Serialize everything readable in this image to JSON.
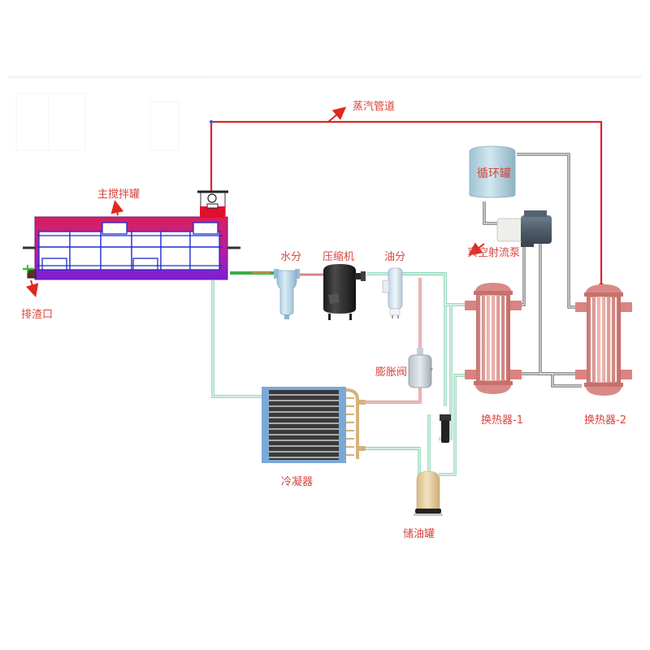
{
  "diagram": {
    "title_label": "蒸汽管道",
    "components": {
      "main_tank": {
        "label": "主搅拌罐"
      },
      "slag_outlet": {
        "label": "排渣口"
      },
      "water_separator": {
        "label": "水分"
      },
      "compressor": {
        "label": "压缩机"
      },
      "oil_separator": {
        "label": "油分"
      },
      "circulation_tank": {
        "label": "循环罐"
      },
      "vacuum_jet_pump": {
        "label": "真空射流泵"
      },
      "expansion_valve": {
        "label": "膨胀阀"
      },
      "heat_exchanger_1": {
        "label": "换热器-1"
      },
      "heat_exchanger_2": {
        "label": "换热器-2"
      },
      "condenser": {
        "label": "冷凝器"
      },
      "oil_tank": {
        "label": "储油罐"
      }
    },
    "colors": {
      "steam_pipe": "#d8262b",
      "refrigerant_pipe": "#8fd6b8",
      "water_pipe": "#6e6e6e",
      "label": "#d9433c",
      "tank_magenta": "#d0206a",
      "tank_purple": "#7a1fd0",
      "tank_frame": "#1f2ccf",
      "exchanger": "#d98a86",
      "condenser_frame": "#79a8d6",
      "oil_tank": "#e3c99b"
    }
  }
}
